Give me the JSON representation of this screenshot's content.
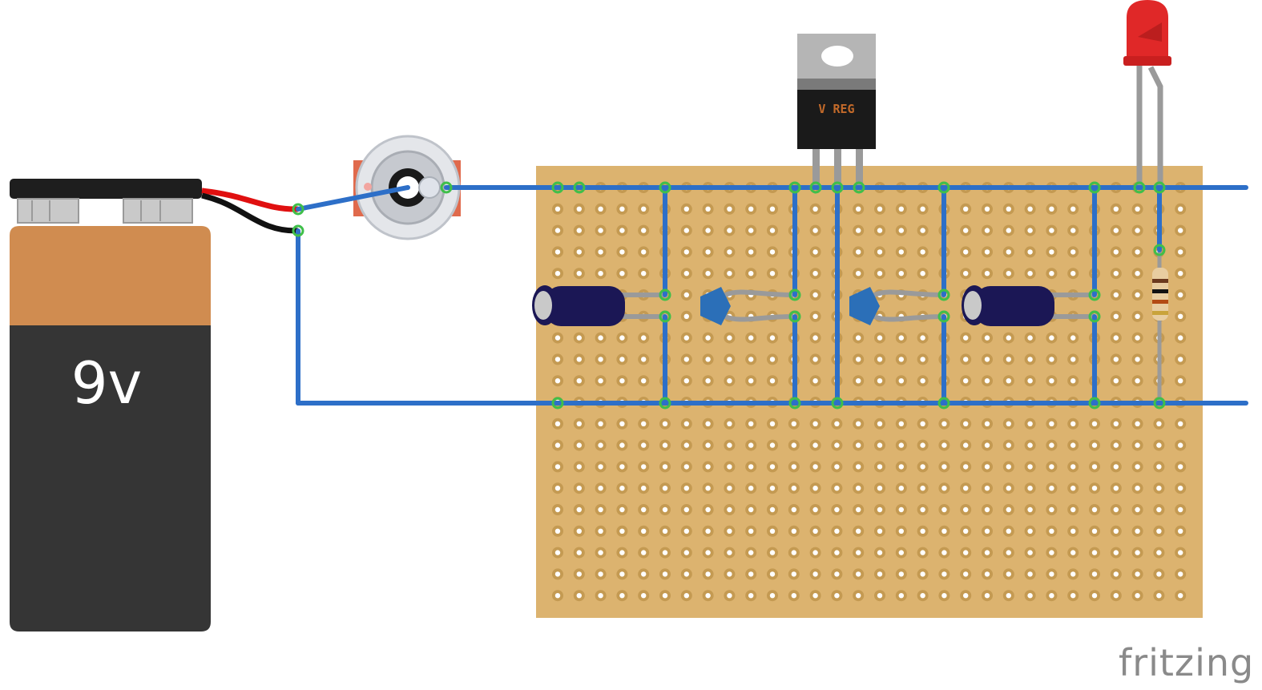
{
  "battery": {
    "label": "9v",
    "voltage_volts": 9
  },
  "regulator": {
    "label": "V REG"
  },
  "brand": {
    "text": "fritzing"
  },
  "components": [
    {
      "name": "battery",
      "icon": "battery-icon"
    },
    {
      "name": "toggle-switch",
      "icon": "switch-icon"
    },
    {
      "name": "voltage-regulator",
      "icon": "regulator-icon"
    },
    {
      "name": "electrolytic-capacitor-left",
      "icon": "capacitor-icon"
    },
    {
      "name": "ceramic-capacitor-left",
      "icon": "ceramic-capacitor-icon"
    },
    {
      "name": "ceramic-capacitor-right",
      "icon": "ceramic-capacitor-icon"
    },
    {
      "name": "electrolytic-capacitor-right",
      "icon": "capacitor-icon"
    },
    {
      "name": "led",
      "icon": "led-icon",
      "color": "#e02828"
    },
    {
      "name": "resistor",
      "icon": "resistor-icon"
    }
  ],
  "colors": {
    "board": "#dcb36f",
    "wire": "#2d6fc8",
    "battery_top": "#d08c50",
    "battery_body": "#353535",
    "led": "#e02828"
  }
}
